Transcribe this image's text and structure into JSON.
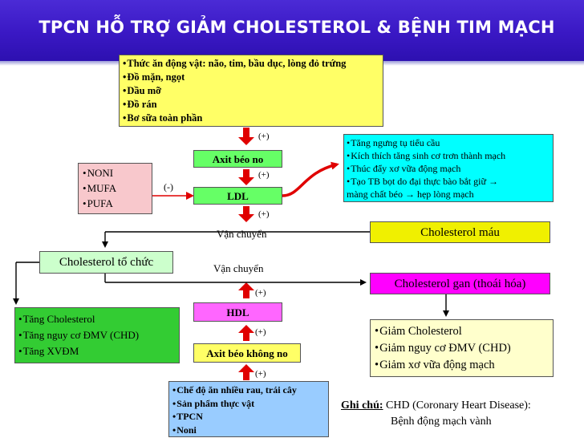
{
  "title": "TPCN HỖ TRỢ GIẢM CHOLESTEROL & BỆNH TIM MẠCH",
  "food_sources": [
    "Thức ăn động vật: não, tim, bầu dục, lòng đỏ trứng",
    "Đồ mặn, ngọt",
    "Dầu mỡ",
    "Đồ rán",
    "Bơ sữa toàn phần"
  ],
  "axit_beo_no": "Axit béo no",
  "ldl": "LDL",
  "inhibitors": [
    "NONI",
    "MUFA",
    "PUFA"
  ],
  "ldl_effects": [
    "Tăng ngưng tụ tiểu cầu",
    "Kích thích tăng sinh cơ trơn thành mạch",
    "Thúc đẩy xơ vữa động mạch",
    "Tạo TB bọt do đại thực bào bắt giữ →"
  ],
  "ldl_effects_cont": "màng chất béo → hẹp lòng mạch",
  "cholesterol_mau": "Cholesterol máu",
  "cholesterol_to_chuc": "Cholesterol tổ chức",
  "cholesterol_gan": "Cholesterol gan (thoái hóa)",
  "van_chuyen": "Vận chuyển",
  "hdl": "HDL",
  "axit_beo_khong_no": "Axit béo không no",
  "tang_effects": [
    "Tăng Cholesterol",
    "Tăng nguy cơ ĐMV (CHD)",
    "Tăng XVĐM"
  ],
  "giam_effects": [
    "Giảm Cholesterol",
    "Giảm nguy cơ ĐMV (CHD)",
    "Giảm xơ vữa động mạch"
  ],
  "diet_sources": [
    "Chế độ ăn nhiều rau, trái cây",
    "Sản phẩm thực vật",
    "TPCN",
    "Noni"
  ],
  "plus": "(+)",
  "minus": "(-)",
  "note_label": "Ghi chú:",
  "note_line1": "CHD (Coronary Heart Disease):",
  "note_line2": "Bệnh động mạch vành",
  "colors": {
    "banner": "#3a18c4",
    "red_arrow": "#e00000",
    "green_box": "#66ff66",
    "cyan_box": "#00ffff",
    "magenta_box": "#ff00ff"
  }
}
